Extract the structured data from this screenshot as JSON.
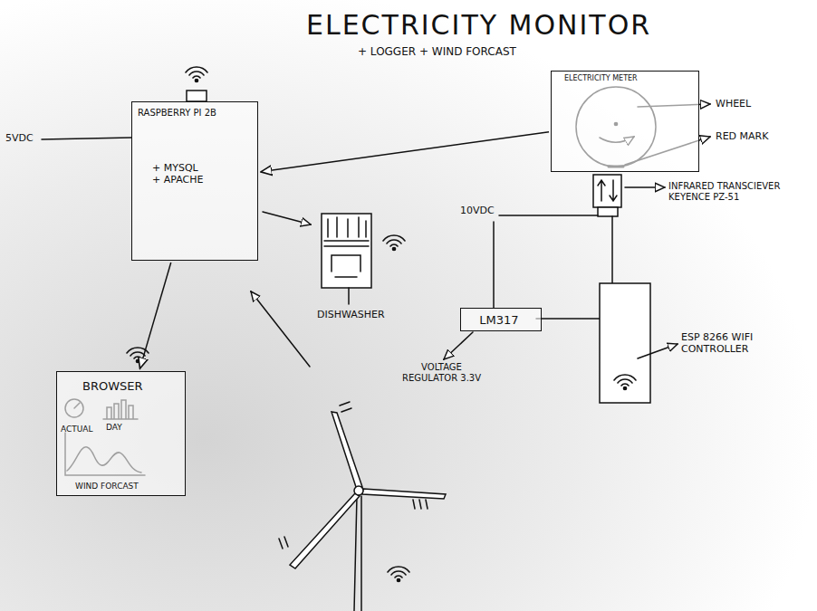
{
  "diagram": {
    "title": "ELECTRICITY MONITOR",
    "nodes": [
      {
        "text": [
          "RASPBERRY PI 2B",
          "+ MYSQL + APACHE"
        ]
      },
      {
        "text": [
          "ELECTRICITY METER"
        ]
      },
      {
        "text": [
          "BROWSER",
          "ACTUAL",
          "DAY",
          "WIND FORCAST"
        ]
      },
      {
        "text": [
          "LM317"
        ]
      }
    ],
    "edges": [
      {
        "from": 1,
        "to": 0,
        "arrow": "to"
      },
      {
        "from": 0,
        "to": 2,
        "arrow": "to"
      }
    ],
    "labels": [
      "+ LOGGER + WIND FORCAST",
      "5VDC",
      "WHEEL",
      "RED MARK",
      "INFRARED TRANSCIEVER KEYENCE PZ-51",
      "10VDC",
      "DISHWASHER",
      "VOLTAGE REGULATOR 3.3V",
      "ESP 8266 WIFI CONTROLLER"
    ]
  }
}
